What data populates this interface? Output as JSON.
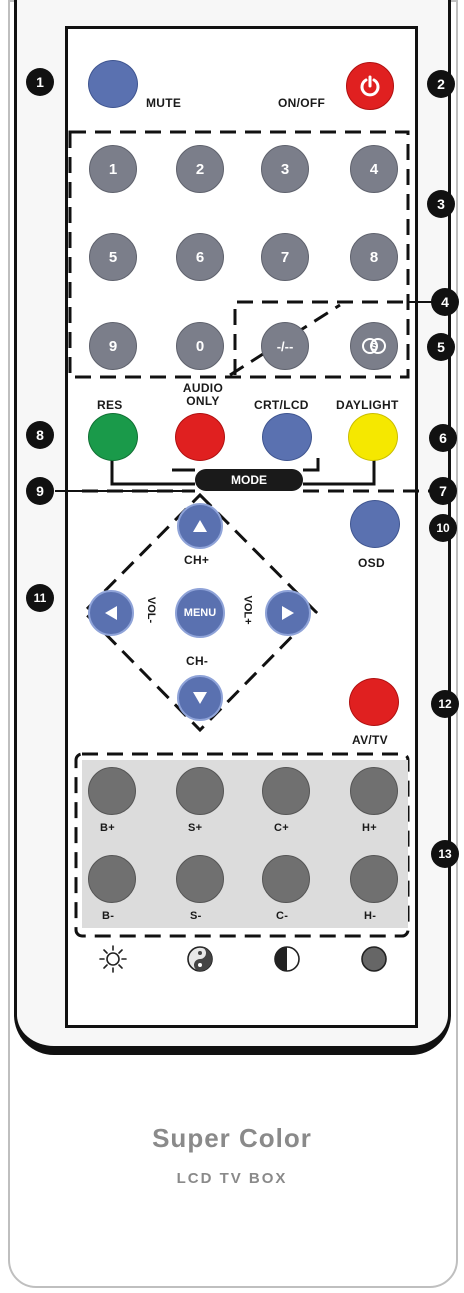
{
  "buttons": {
    "mute": "MUTE",
    "onoff": "ON/OFF",
    "numbers": [
      "1",
      "2",
      "3",
      "4",
      "5",
      "6",
      "7",
      "8",
      "9",
      "0"
    ],
    "dash": "-/--",
    "res": "RES",
    "audio_only": "AUDIO ONLY",
    "crt_lcd": "CRT/LCD",
    "daylight": "DAYLIGHT",
    "mode": "MODE",
    "osd": "OSD",
    "ch_plus": "CH+",
    "ch_minus": "CH-",
    "vol_minus": "VOL-",
    "vol_plus": "VOL+",
    "menu": "MENU",
    "avtv": "AV/TV",
    "picture_labels": [
      "B+",
      "S+",
      "C+",
      "H+",
      "B-",
      "S-",
      "C-",
      "H-"
    ]
  },
  "callouts": [
    "1",
    "2",
    "3",
    "4",
    "5",
    "6",
    "7",
    "8",
    "9",
    "10",
    "11",
    "12",
    "13"
  ],
  "brand": {
    "title": "Super Color",
    "subtitle": "LCD TV BOX"
  },
  "icons": [
    "brightness-icon",
    "saturation-icon",
    "contrast-icon",
    "hue-icon",
    "power-icon",
    "surround-icon"
  ],
  "colors": {
    "blue": "#5a71b0",
    "red": "#e02020",
    "green": "#1a9a4a",
    "yellow": "#f5e800",
    "grey": "#7b7e8a"
  }
}
